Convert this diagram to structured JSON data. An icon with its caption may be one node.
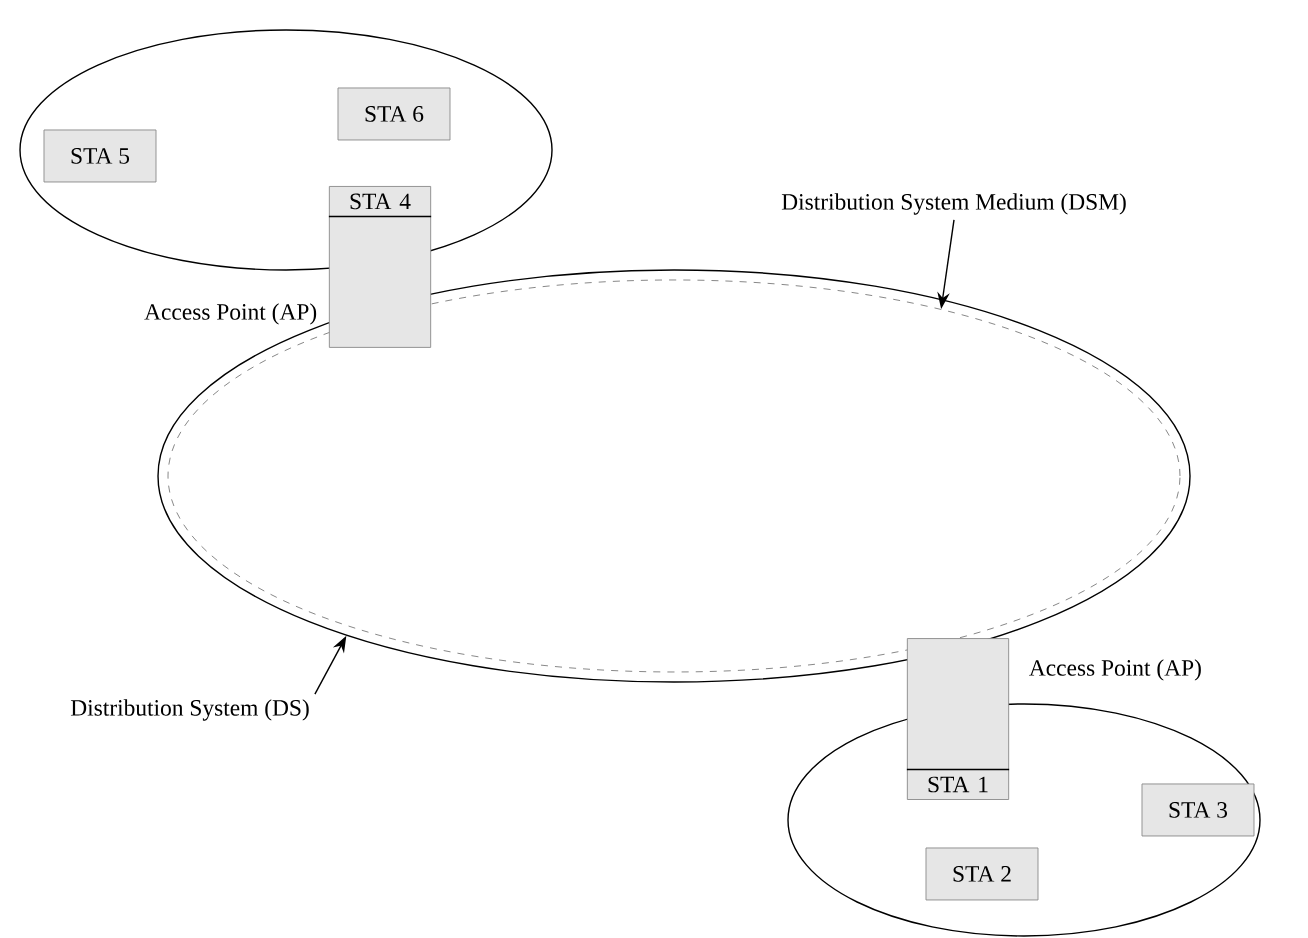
{
  "diagram": {
    "nodes": [
      {
        "text": [],
        "shape": "ellipse"
      },
      {
        "text": [
          "STA 5"
        ],
        "in": 0
      },
      {
        "text": [
          "STA 6"
        ],
        "in": 0
      },
      {
        "text": [
          "STA 4"
        ]
      },
      {
        "text": [],
        "shape": "ellipse"
      },
      {
        "text": [],
        "shape": "ellipse",
        "in": 4
      },
      {
        "text": [
          "Distribution System Medium (DSM)"
        ]
      },
      {
        "text": [
          "Distribution System (DS)"
        ]
      },
      {
        "text": [
          "STA 1"
        ]
      },
      {
        "text": [],
        "shape": "ellipse"
      },
      {
        "text": [
          "STA 2"
        ],
        "in": 9
      },
      {
        "text": [
          "STA 3"
        ],
        "in": 9
      }
    ],
    "edges": [
      {
        "from": 6,
        "to": 5,
        "arrow": "to"
      },
      {
        "from": 7,
        "to": 4,
        "arrow": "to"
      }
    ],
    "labels": [
      "Access Point (AP)",
      "Access Point (AP)"
    ]
  }
}
